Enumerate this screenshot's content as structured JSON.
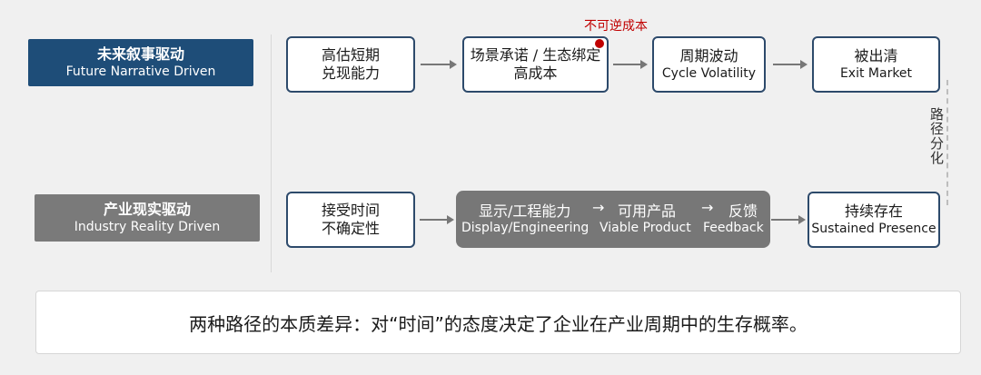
{
  "top_row": {
    "label": {
      "zh": "未来叙事驱动",
      "en": "Future Narrative Driven"
    },
    "nodes": [
      {
        "line1": "高估短期",
        "line2": "兑现能力"
      },
      {
        "line1": "场景承诺 / 生态绑定",
        "line2": "高成本"
      },
      {
        "line1": "周期波动",
        "en": "Cycle Volatility"
      },
      {
        "line1": "被出清",
        "en": "Exit Market"
      }
    ],
    "irreversible_note": "不可逆成本"
  },
  "bottom_row": {
    "label": {
      "zh": "产业现实驱动",
      "en": "Industry Reality Driven"
    },
    "start_node": {
      "line1": "接受时间",
      "line2": "不确定性"
    },
    "group": {
      "zh": [
        "显示/工程能力",
        "→",
        "可用产品",
        "→",
        "反馈"
      ],
      "en": [
        "Display/Engineering",
        "Viable Product",
        "Feedback"
      ]
    },
    "end_node": {
      "line1": "持续存在",
      "en": "Sustained Presence"
    }
  },
  "path_divergence": "路径分化",
  "summary": "两种路径的本质差异：对“时间”的态度决定了企业在产业周期中的生存概率。",
  "colors": {
    "navy": "#1e4d78",
    "gray": "#7a7a7a",
    "node_border": "#2d4a6b",
    "accent_red": "#c00000"
  }
}
